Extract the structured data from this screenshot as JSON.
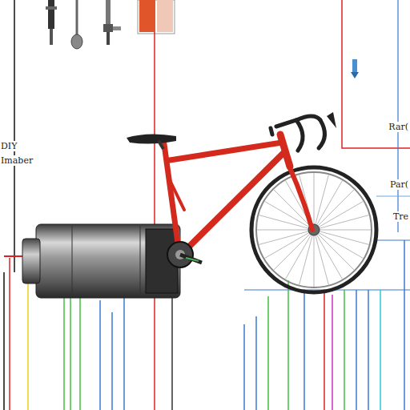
{
  "diagram": {
    "labels": [
      "DIY",
      "Imaber",
      "Rar(",
      "Par(",
      "Tre"
    ]
  }
}
